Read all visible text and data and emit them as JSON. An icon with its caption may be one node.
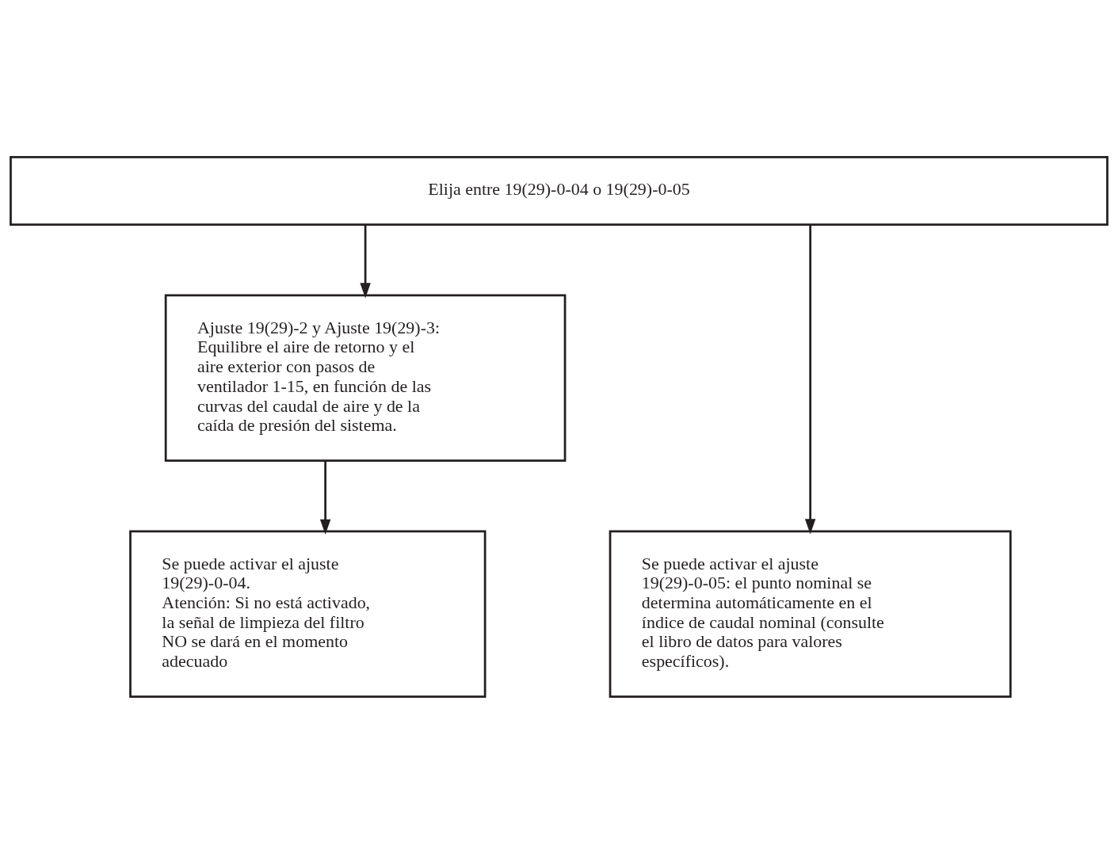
{
  "diagram": {
    "nodes": [
      {
        "text": [
          "Elija entre 19(29)-0-04 o 19(29)-0-05"
        ]
      },
      {
        "text": [
          "Ajuste 19(29)-2 y Ajuste 19(29)-3: Equilibre el aire de retorno y el aire exterior con pasos de ventilador 1-15, en función de las curvas del caudal de aire y de la caída de presión del sistema."
        ]
      },
      {
        "text": [
          "Se puede activar el ajuste 19(29)-0-04.",
          "Atención: Si no está activado, la señal de limpieza del filtro NO se dará en el momento adecuado"
        ]
      },
      {
        "text": [
          "Se puede activar el ajuste 19(29)-0-05: el punto nominal se determina automáticamente en el índice de caudal nominal (consulte el libro de datos para valores específicos)."
        ]
      }
    ],
    "edges": [
      {
        "from": 0,
        "to": 1,
        "arrow": "to"
      },
      {
        "from": 0,
        "to": 3,
        "arrow": "to"
      },
      {
        "from": 1,
        "to": 2,
        "arrow": "to"
      }
    ]
  }
}
